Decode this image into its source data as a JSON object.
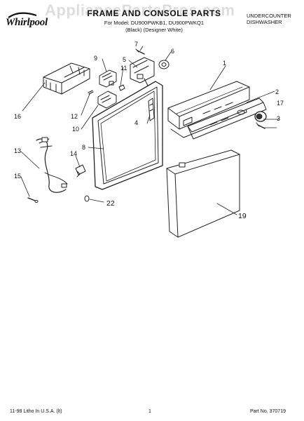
{
  "header": {
    "brand": "Whirlpool",
    "title": "FRAME AND CONSOLE PARTS",
    "subtitle_line1": "For Model: DU900PWKB1, DU900PWKQ1",
    "subtitle_line2": "(Black)    (Designer White)",
    "product": "UNDERCOUNTER\nDISHWASHER",
    "watermark": "AppliancePartsPros.com"
  },
  "callouts": {
    "c1": "1",
    "c2": "2",
    "c3": "3",
    "c4": "4",
    "c5": "5",
    "c6": "6",
    "c7": "7",
    "c8": "8",
    "c9": "9",
    "c10": "10",
    "c11": "11",
    "c12": "12",
    "c13": "13",
    "c14": "14",
    "c15": "15",
    "c16": "16",
    "c17": "17",
    "c19": "19",
    "c22": "22"
  },
  "footer": {
    "left": "11-98 Litho In U.S.A. (lt)",
    "center": "1",
    "right": "Part No. 370719"
  }
}
